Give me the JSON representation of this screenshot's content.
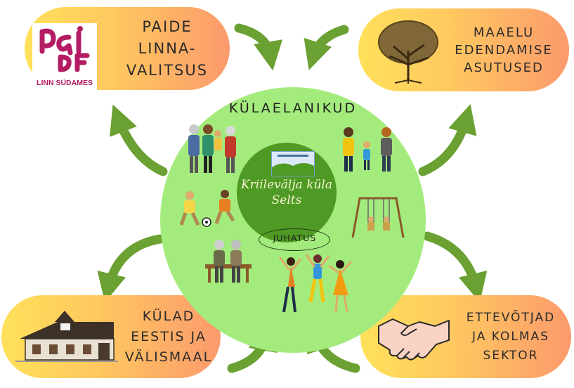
{
  "center": {
    "outer_title": "KÜLAELANIKUD",
    "selts_line1": "Kriilevälja küla",
    "selts_line2": "Selts",
    "juhatus": "JUHATUS"
  },
  "nodes": {
    "top_left": {
      "lines": [
        "PAIDE",
        "LINNA-",
        "VALITSUS"
      ],
      "logo_caption": "LINN SÜDAMES",
      "logo_text": "pai de"
    },
    "top_right": {
      "lines": [
        "MAAELU",
        "EDENDAMISE",
        "ASUTUSED"
      ]
    },
    "bottom_left": {
      "lines": [
        "KÜLAD",
        "EESTIS JA",
        "VÄLISMAAL"
      ]
    },
    "bottom_right": {
      "lines": [
        "ETTEVÕTJAD",
        "JA KOLMAS",
        "SEKTOR"
      ]
    }
  },
  "colors": {
    "pill_start": "#ffe15a",
    "pill_end": "#fb9a6c",
    "big_circle": "#a4eb7d",
    "inner_circle": "#4f9a24",
    "arrow": "#6aa132",
    "logo_magenta": "#b41c63"
  },
  "icons": {
    "top_left": "paide-logo",
    "top_right": "tree-icon",
    "bottom_left": "village-house-icon",
    "bottom_right": "handshake-icon"
  }
}
